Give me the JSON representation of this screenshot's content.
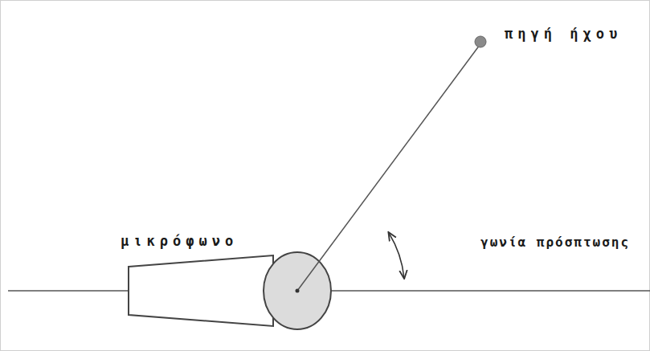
{
  "diagram": {
    "labels": [
      "πηγή ήχου",
      "μικρόφωνο",
      "γωνία πρόσπτωσης"
    ]
  }
}
